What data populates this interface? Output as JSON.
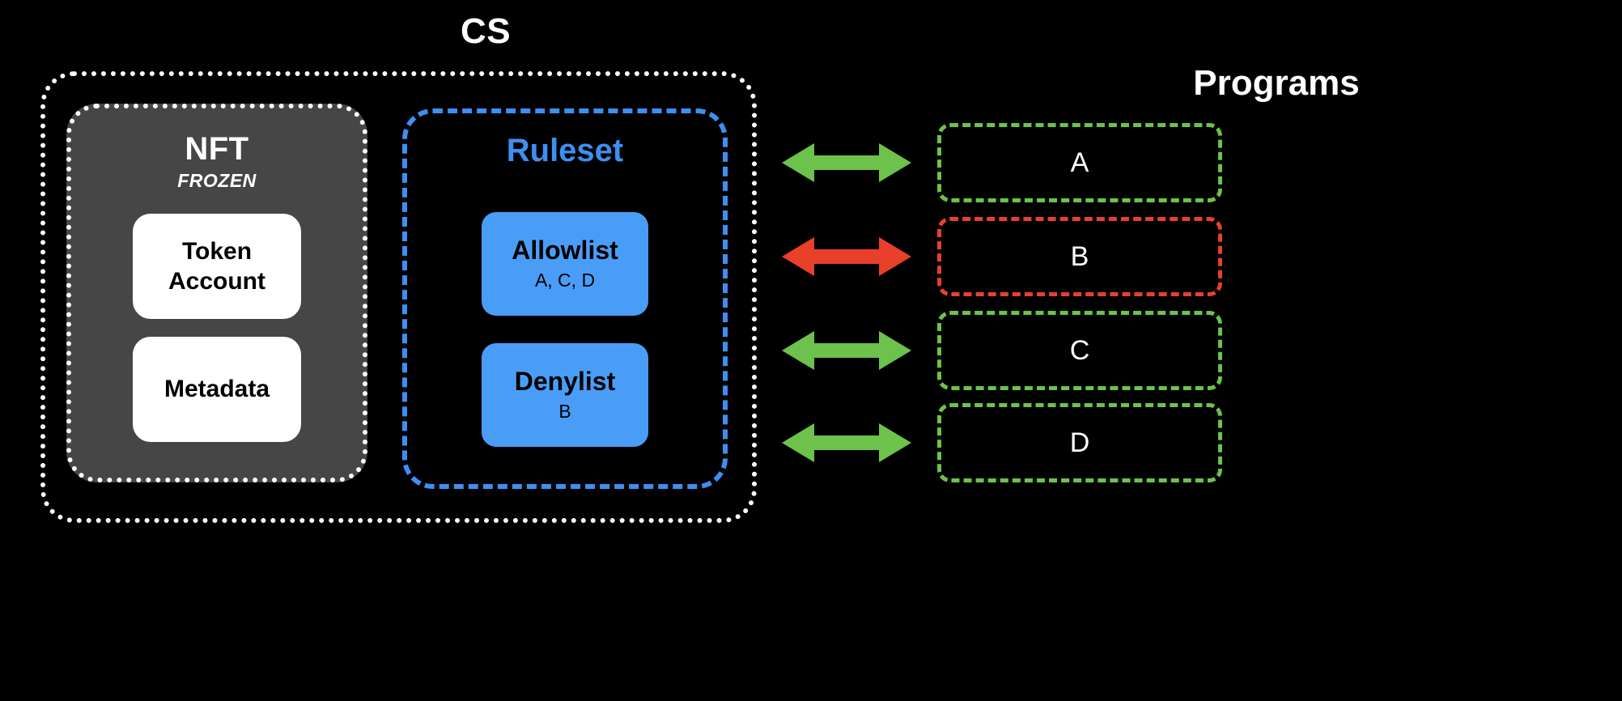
{
  "diagram": {
    "background_color": "#000000",
    "titles": {
      "cs": "CS",
      "programs": "Programs"
    },
    "cs_container": {
      "border_color": "#ffffff",
      "border_style": "dotted"
    },
    "nft": {
      "title": "NFT",
      "subtitle": "FROZEN",
      "panel_fill": "#464646",
      "border_color": "#ffffff",
      "cards": [
        {
          "label": "Token\nAccount",
          "line1": "Token",
          "line2": "Account"
        },
        {
          "label": "Metadata",
          "line1": "Metadata",
          "line2": ""
        }
      ]
    },
    "ruleset": {
      "title": "Ruleset",
      "title_color": "#3d8ff0",
      "border_color": "#3d8ff0",
      "card_fill": "#4a9df7",
      "cards": [
        {
          "title": "Allowlist",
          "items": "A, C, D"
        },
        {
          "title": "Denylist",
          "items": "B"
        }
      ]
    },
    "connections": [
      {
        "program": "A",
        "color": "#6cc24a",
        "state": "allowed"
      },
      {
        "program": "B",
        "color": "#e8402a",
        "state": "denied"
      },
      {
        "program": "C",
        "color": "#6cc24a",
        "state": "allowed"
      },
      {
        "program": "D",
        "color": "#6cc24a",
        "state": "allowed"
      }
    ],
    "programs": [
      {
        "label": "A",
        "border_color": "#6cc24a",
        "border_style": "dashed"
      },
      {
        "label": "B",
        "border_color": "#e8402a",
        "border_style": "dashed"
      },
      {
        "label": "C",
        "border_color": "#6cc24a",
        "border_style": "dashed"
      },
      {
        "label": "D",
        "border_color": "#6cc24a",
        "border_style": "dashed"
      }
    ]
  }
}
